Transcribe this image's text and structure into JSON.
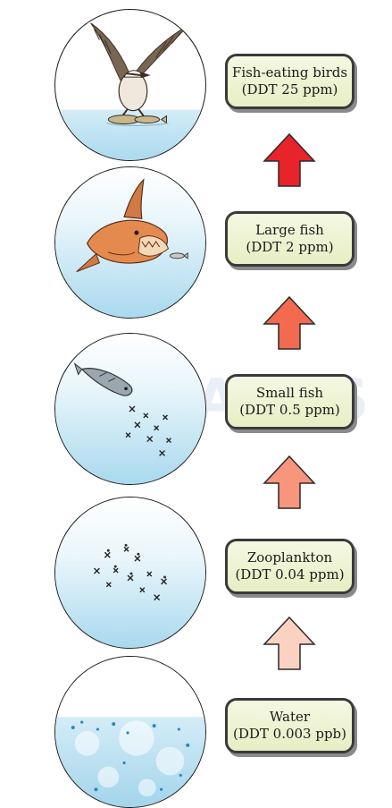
{
  "diagram": {
    "levels": [
      {
        "name": "Fish-eating birds",
        "ddt": "(DDT 25 ppm)",
        "circle_icon": "osprey-icon"
      },
      {
        "name": "Large fish",
        "ddt": "(DDT 2 ppm)",
        "circle_icon": "shark-icon"
      },
      {
        "name": "Small fish",
        "ddt": "(DDT 0.5 ppm)",
        "circle_icon": "small-fish-icon"
      },
      {
        "name": "Zooplankton",
        "ddt": "(DDT 0.04 ppm)",
        "circle_icon": "zooplankton-icon"
      },
      {
        "name": "Water",
        "ddt": "(DDT 0.003 ppb)",
        "circle_icon": "water-icon"
      }
    ],
    "arrows": [
      {
        "direction": "up",
        "color": "#e8232a"
      },
      {
        "direction": "up",
        "color": "#f26a4f"
      },
      {
        "direction": "up",
        "color": "#f7957d"
      },
      {
        "direction": "up",
        "color": "#fbd2c2"
      }
    ],
    "colors": {
      "water_light": "#d4ecf7",
      "water_mid": "#a9d9ee",
      "label_fill": "#eef3d2",
      "label_border": "#3a3a3a"
    },
    "watermark": {
      "text": "MARKS"
    }
  }
}
